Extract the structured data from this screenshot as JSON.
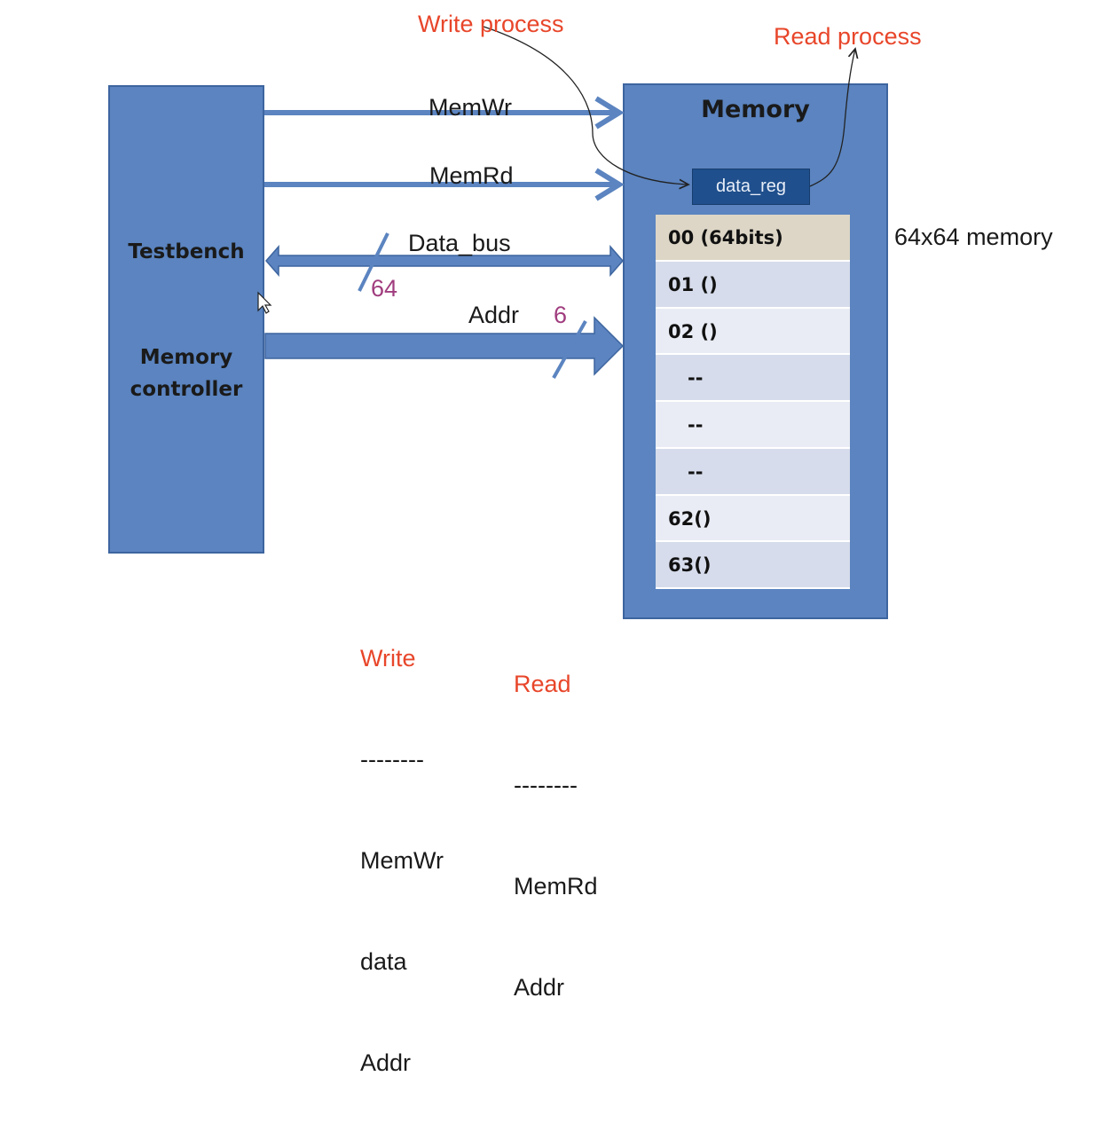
{
  "testbench": {
    "title": "Testbench",
    "subtitle_line1": "Memory",
    "subtitle_line2": "controller"
  },
  "memory": {
    "title": "Memory",
    "register": "data_reg",
    "size_label": "64x64  memory",
    "rows": [
      "00 (64bits)",
      "01 ()",
      "02 ()",
      "--",
      "--",
      "--",
      "62()",
      "63()"
    ]
  },
  "signals": {
    "memwr": "MemWr",
    "memrd": "MemRd",
    "data_bus": "Data_bus",
    "data_width": "64",
    "addr": "Addr",
    "addr_width": "6"
  },
  "process": {
    "write": "Write process",
    "read": "Read process"
  },
  "write_col": {
    "header": "Write",
    "divider": "--------",
    "items": [
      "MemWr",
      "data",
      "Addr"
    ]
  },
  "read_col": {
    "header": "Read",
    "divider": "--------",
    "items": [
      "MemRd",
      "Addr"
    ]
  },
  "colors": {
    "block_fill": "#5b84c0",
    "arrow": "#5b84c0",
    "register_fill": "#1f4f8c",
    "accent_red": "#e8462a",
    "width_purple": "#a03d7e"
  }
}
